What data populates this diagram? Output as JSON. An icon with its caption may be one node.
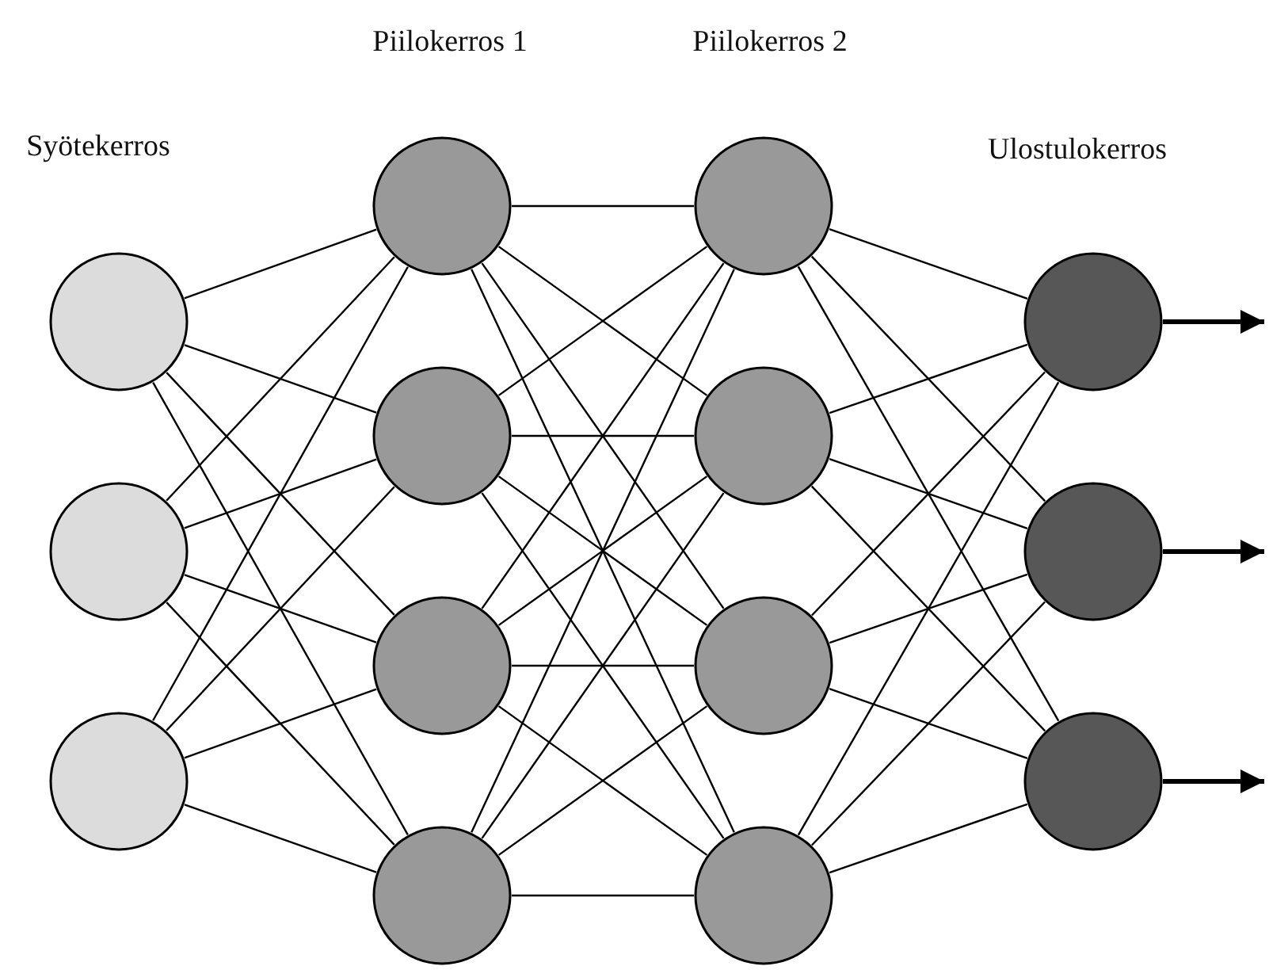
{
  "diagram": {
    "nodes": [
      {
        "text": [],
        "shape": "circle"
      },
      {
        "text": [],
        "shape": "circle"
      },
      {
        "text": [],
        "shape": "circle"
      },
      {
        "text": [],
        "shape": "circle"
      },
      {
        "text": [],
        "shape": "circle"
      },
      {
        "text": [],
        "shape": "circle"
      },
      {
        "text": [],
        "shape": "circle"
      },
      {
        "text": [],
        "shape": "circle"
      },
      {
        "text": [],
        "shape": "circle"
      },
      {
        "text": [],
        "shape": "circle"
      },
      {
        "text": [],
        "shape": "circle"
      },
      {
        "text": [],
        "shape": "circle"
      },
      {
        "text": [],
        "shape": "circle"
      },
      {
        "text": [],
        "shape": "circle"
      }
    ],
    "edges": [
      {
        "from": 0,
        "to": 3,
        "arrow": "none"
      },
      {
        "from": 0,
        "to": 4,
        "arrow": "none"
      },
      {
        "from": 0,
        "to": 5,
        "arrow": "none"
      },
      {
        "from": 0,
        "to": 6,
        "arrow": "none"
      },
      {
        "from": 1,
        "to": 3,
        "arrow": "none"
      },
      {
        "from": 1,
        "to": 4,
        "arrow": "none"
      },
      {
        "from": 1,
        "to": 5,
        "arrow": "none"
      },
      {
        "from": 1,
        "to": 6,
        "arrow": "none"
      },
      {
        "from": 2,
        "to": 3,
        "arrow": "none"
      },
      {
        "from": 2,
        "to": 4,
        "arrow": "none"
      },
      {
        "from": 2,
        "to": 5,
        "arrow": "none"
      },
      {
        "from": 2,
        "to": 6,
        "arrow": "none"
      },
      {
        "from": 3,
        "to": 7,
        "arrow": "none"
      },
      {
        "from": 3,
        "to": 8,
        "arrow": "none"
      },
      {
        "from": 3,
        "to": 9,
        "arrow": "none"
      },
      {
        "from": 3,
        "to": 10,
        "arrow": "none"
      },
      {
        "from": 4,
        "to": 7,
        "arrow": "none"
      },
      {
        "from": 4,
        "to": 8,
        "arrow": "none"
      },
      {
        "from": 4,
        "to": 9,
        "arrow": "none"
      },
      {
        "from": 4,
        "to": 10,
        "arrow": "none"
      },
      {
        "from": 5,
        "to": 7,
        "arrow": "none"
      },
      {
        "from": 5,
        "to": 8,
        "arrow": "none"
      },
      {
        "from": 5,
        "to": 9,
        "arrow": "none"
      },
      {
        "from": 5,
        "to": 10,
        "arrow": "none"
      },
      {
        "from": 6,
        "to": 7,
        "arrow": "none"
      },
      {
        "from": 6,
        "to": 8,
        "arrow": "none"
      },
      {
        "from": 6,
        "to": 9,
        "arrow": "none"
      },
      {
        "from": 6,
        "to": 10,
        "arrow": "none"
      },
      {
        "from": 7,
        "to": 11,
        "arrow": "none"
      },
      {
        "from": 7,
        "to": 12,
        "arrow": "none"
      },
      {
        "from": 7,
        "to": 13,
        "arrow": "none"
      },
      {
        "from": 8,
        "to": 11,
        "arrow": "none"
      },
      {
        "from": 8,
        "to": 12,
        "arrow": "none"
      },
      {
        "from": 8,
        "to": 13,
        "arrow": "none"
      },
      {
        "from": 9,
        "to": 11,
        "arrow": "none"
      },
      {
        "from": 9,
        "to": 12,
        "arrow": "none"
      },
      {
        "from": 9,
        "to": 13,
        "arrow": "none"
      },
      {
        "from": 10,
        "to": 11,
        "arrow": "none"
      },
      {
        "from": 10,
        "to": 12,
        "arrow": "none"
      },
      {
        "from": 10,
        "to": 13,
        "arrow": "none"
      },
      {
        "from": 11,
        "to": null,
        "arrow": "to",
        "style": "thick"
      },
      {
        "from": 12,
        "to": null,
        "arrow": "to",
        "style": "thick"
      },
      {
        "from": 13,
        "to": null,
        "arrow": "to",
        "style": "thick"
      }
    ],
    "labels": [
      "Piilokerros 1",
      "Piilokerros 2",
      "Syötekerros",
      "Ulostulokerros"
    ]
  }
}
